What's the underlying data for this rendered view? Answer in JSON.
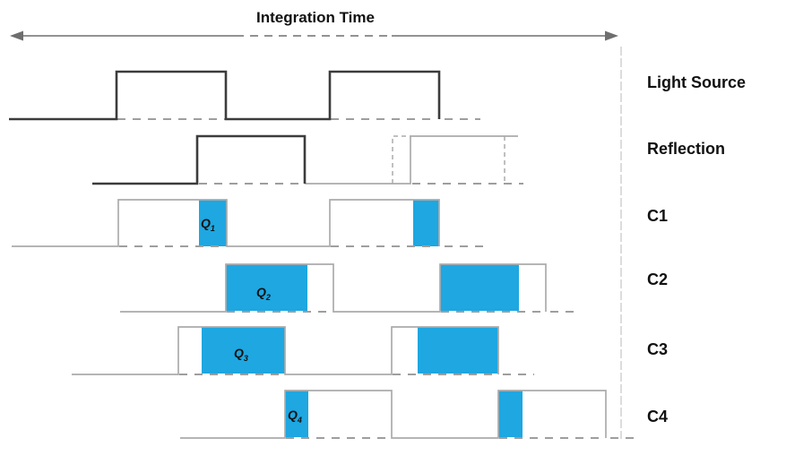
{
  "header": {
    "title": "Integration Time"
  },
  "rows": [
    {
      "label": "Light Source"
    },
    {
      "label": "Reflection"
    },
    {
      "label": "C1"
    },
    {
      "label": "C2"
    },
    {
      "label": "C3"
    },
    {
      "label": "C4"
    }
  ],
  "charges": [
    {
      "symbol": "Q",
      "subscript": "1",
      "row": "C1"
    },
    {
      "symbol": "Q",
      "subscript": "2",
      "row": "C2"
    },
    {
      "symbol": "Q",
      "subscript": "3",
      "row": "C3"
    },
    {
      "symbol": "Q",
      "subscript": "4",
      "row": "C4"
    }
  ],
  "colors": {
    "highlight": "#1EA7E1",
    "waveform_dark": "#3C3C3C",
    "waveform_gray": "#ABABAB",
    "dash_gray": "#9E9E9E",
    "label_text": "#111111",
    "boundary_line": "#C9C9C9",
    "arrow": "#6E6E6E"
  }
}
